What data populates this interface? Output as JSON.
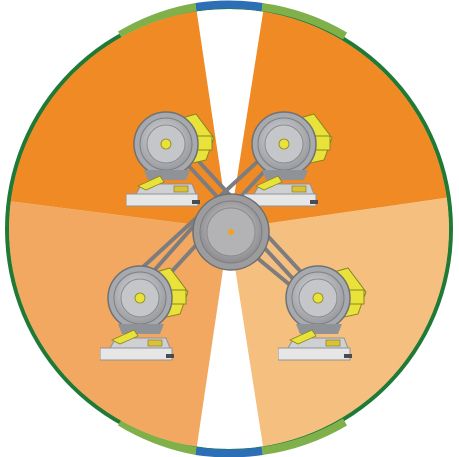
{
  "diagram": {
    "palette": {
      "ring_outer_green": "#1f7a36",
      "ring_light_green": "#7fb04a",
      "ring_blue": "#2d6fb6",
      "sector_top": "#f08a24",
      "sector_bottom_left": "#f2a860",
      "sector_bottom_right": "#f5c07f",
      "belt": "#7d7d80",
      "pulley_center": "#f4a020",
      "motor_body": "#e8e23a",
      "motor_frame": "#a6a9ad",
      "base_plate": "#e6e6e6",
      "label_plate": "#d9c23a"
    },
    "center_pulley_icon": "drive-pulley",
    "motor_units": [
      {
        "id": "top-left",
        "icon": "electric-motor-icon"
      },
      {
        "id": "top-right",
        "icon": "electric-motor-icon"
      },
      {
        "id": "bottom-left",
        "icon": "electric-motor-icon"
      },
      {
        "id": "bottom-right",
        "icon": "electric-motor-icon"
      }
    ]
  }
}
